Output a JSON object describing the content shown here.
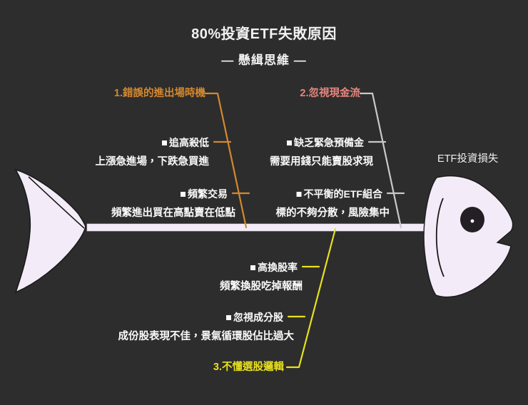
{
  "title": {
    "main": "80%投資ETF失敗原因",
    "sub": "— 懸緝思維 —"
  },
  "colors": {
    "background": "#2d2d2d",
    "bone": "#f0e9f5",
    "branch_1": "#d4882f",
    "branch_2": "#c9c9c9",
    "branch_3": "#e8e01f",
    "label_1": "#d4882f",
    "label_2": "#e8867e",
    "label_3": "#e8e01f",
    "text": "#fafafa"
  },
  "effect": {
    "label": "ETF投資損失"
  },
  "branches": [
    {
      "id": "branch-1",
      "label": "1.錯誤的進出場時機",
      "color": "#d4882f",
      "causes": [
        {
          "head": "追高殺低",
          "detail": "上漲急進場，下跌急買進"
        },
        {
          "head": "頻繁交易",
          "detail": "頻繁進出買在高點賣在低點"
        }
      ]
    },
    {
      "id": "branch-2",
      "label": "2.忽視現金流",
      "color": "#e8867e",
      "causes": [
        {
          "head": "缺乏緊急預備金",
          "detail": "需要用錢只能賣股求現"
        },
        {
          "head": "不平衡的ETF組合",
          "detail": "標的不夠分散，風險集中"
        }
      ]
    },
    {
      "id": "branch-3",
      "label": "3.不懂選股邏輯",
      "color": "#e8e01f",
      "causes": [
        {
          "head": "高換股率",
          "detail": "頻繁換股吃掉報酬"
        },
        {
          "head": "忽視成分股",
          "detail": "成份股表現不佳，景氣循環股佔比過大"
        }
      ]
    }
  ],
  "chart_data": {
    "type": "diagram",
    "diagram_type": "fishbone-ishikawa",
    "title": "80%投資ETF失敗原因",
    "subtitle": "— 懸緝思維 —",
    "effect": "ETF投資損失",
    "spine_orientation": "horizontal-left-to-right",
    "categories": [
      {
        "name": "1.錯誤的進出場時機",
        "side": "above",
        "color": "#d4882f",
        "items": [
          {
            "cause": "追高殺低",
            "description": "上漲急進場，下跌急買進"
          },
          {
            "cause": "頻繁交易",
            "description": "頻繁進出買在高點賣在低點"
          }
        ]
      },
      {
        "name": "2.忽視現金流",
        "side": "above",
        "color": "#e8867e",
        "items": [
          {
            "cause": "缺乏緊急預備金",
            "description": "需要用錢只能賣股求現"
          },
          {
            "cause": "不平衡的ETF組合",
            "description": "標的不夠分散，風險集中"
          }
        ]
      },
      {
        "name": "3.不懂選股邏輯",
        "side": "below",
        "color": "#e8e01f",
        "items": [
          {
            "cause": "高換股率",
            "description": "頻繁換股吃掉報酬"
          },
          {
            "cause": "忽視成分股",
            "description": "成份股表現不佳，景氣循環股佔比過大"
          }
        ]
      }
    ]
  }
}
